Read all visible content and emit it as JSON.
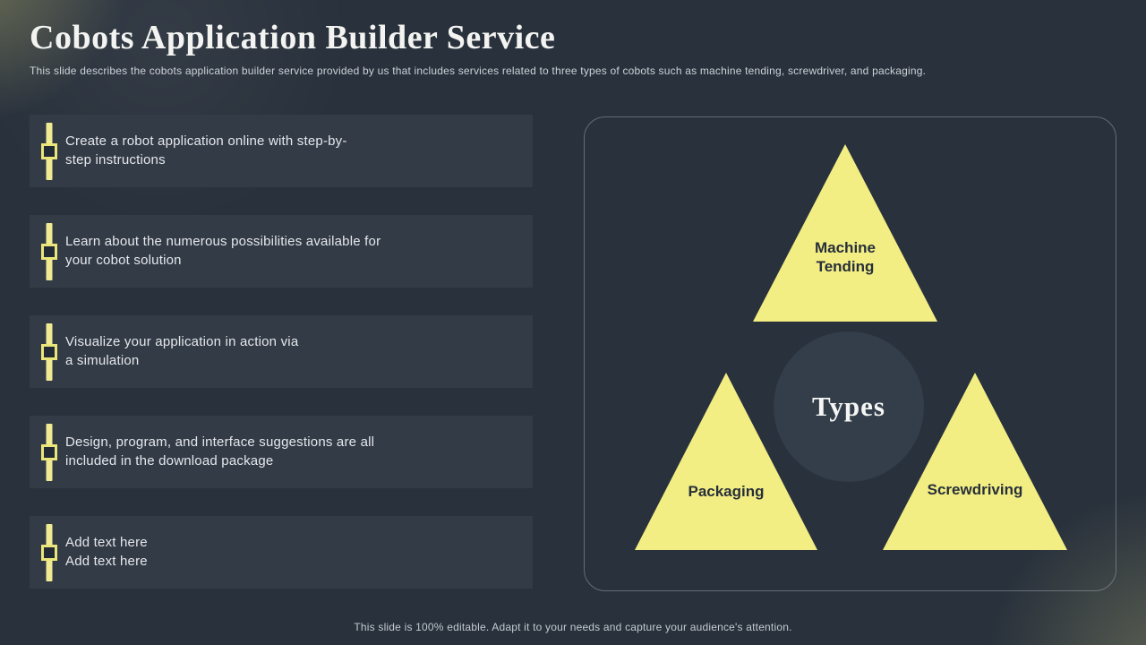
{
  "slide": {
    "title": "Cobots Application Builder Service",
    "subtitle": "This slide describes the cobots application builder service provided by us that includes services related to three types of cobots such as machine tending, screwdriver, and packaging.",
    "footer": "This slide is 100% editable. Adapt it to your needs and capture your audience's attention."
  },
  "list": {
    "icon_name": "vertical-slider-icon",
    "items": [
      {
        "line1": "Create a robot application online with step-by-",
        "line2": "step instructions"
      },
      {
        "line1": "Learn about the numerous possibilities available for",
        "line2": "your cobot solution"
      },
      {
        "line1": "Visualize your application in action via",
        "line2": "a simulation"
      },
      {
        "line1": "Design, program, and interface suggestions are all",
        "line2": "included in the download package"
      },
      {
        "line1": "Add text here",
        "line2": "Add text here"
      }
    ]
  },
  "diagram": {
    "center_label": "Types",
    "nodes": [
      {
        "label_line1": "Machine",
        "label_line2": "Tending"
      },
      {
        "label": "Packaging"
      },
      {
        "label": "Screwdriving"
      }
    ]
  },
  "colors": {
    "background": "#29313c",
    "panel": "#333b47",
    "triangle_yellow": "#f3ee84",
    "slider_yellow": "#f0ea92",
    "circle_fill": "#333e4a",
    "light_text": "#e5e8eb",
    "dark_text": "#272f3a"
  }
}
